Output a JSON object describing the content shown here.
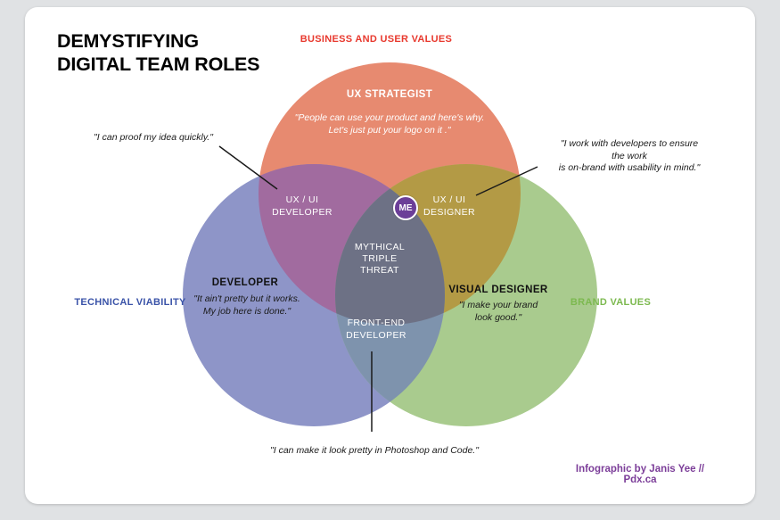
{
  "title": {
    "line1": "DEMYSTIFYING",
    "line2": "DIGITAL TEAM ROLES"
  },
  "axis_labels": {
    "business": "BUSINESS AND USER VALUES",
    "technical": "TECHNICAL VIABILITY",
    "brand": "BRAND VALUES"
  },
  "roles": {
    "ux_strategist": {
      "name": "UX STRATEGIST",
      "quote": "\"People can use your product and here's why.\nLet's just put your logo on it .\""
    },
    "developer": {
      "name": "DEVELOPER",
      "quote": "\"It ain't pretty but it works.\nMy job here is done.\""
    },
    "visual_designer": {
      "name": "VISUAL DESIGNER",
      "quote": "\"I make your brand\nlook good.\""
    },
    "ux_ui_developer": {
      "name": "UX / UI\nDEVELOPER",
      "quote": "\"I can proof my idea quickly.\""
    },
    "ux_ui_designer": {
      "name": "UX / UI\nDESIGNER",
      "quote": "\"I work with developers to ensure the work\nis on-brand with usability in mind.\""
    },
    "front_end_developer": {
      "name": "FRONT-END\nDEVELOPER",
      "quote": "\"I can make it look pretty in Photoshop and Code.\""
    },
    "mythical_triple_threat": {
      "name": "MYTHICAL\nTRIPLE\nTHREAT"
    },
    "me_badge": "ME"
  },
  "credit": "Infographic by Janis Yee // Pdx.ca",
  "colors": {
    "background": "#e0e2e4",
    "card": "#ffffff",
    "business_label": "#e8392e",
    "technical_label": "#3a53a8",
    "brand_label": "#7cb94f",
    "credit": "#7c3e99",
    "circle_top": "#e78a70",
    "circle_left": "#8e95c8",
    "circle_right": "#a9cb8e",
    "overlap_top_left": "#a16b9f",
    "overlap_top_right": "#b39a45",
    "overlap_left_right": "#7e93ad",
    "overlap_center": "#6d7185",
    "me_badge": "#6b3e98",
    "callout_line": "#1a1a1a"
  }
}
